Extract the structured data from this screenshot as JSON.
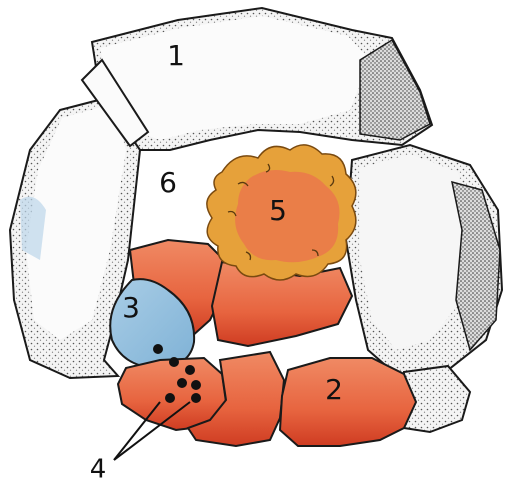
{
  "labels": {
    "l1": "1",
    "l2": "2",
    "l3": "3",
    "l4": "4",
    "l5": "5",
    "l6": "6"
  },
  "colors": {
    "white_rock": "#fbfbfb",
    "rock_shadow": "#2b2b2b",
    "orange_rock": "#e8704e",
    "orange_dark": "#d4482c",
    "blue_rock": "#93c0de",
    "lichen_yellow": "#e7a23c",
    "outline": "#1a1a1a"
  }
}
